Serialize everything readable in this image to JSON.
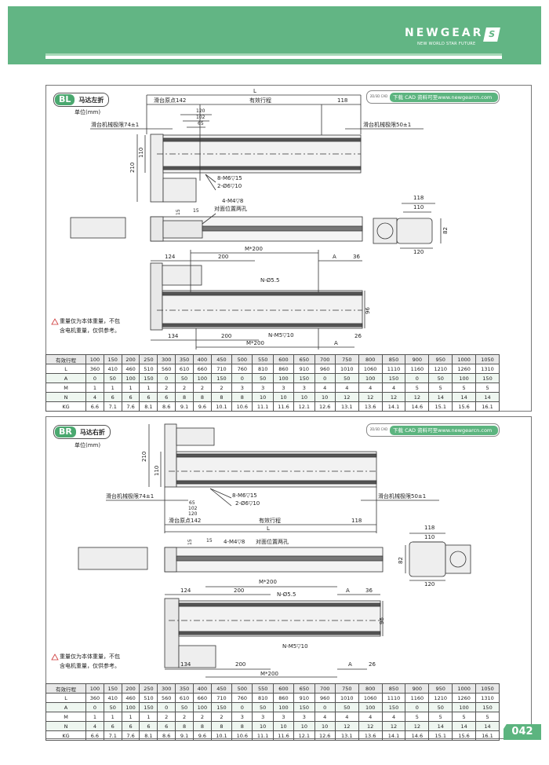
{
  "header": {
    "brand": "NEWGEAR",
    "slogan": "NEW WORLD STAR FUTURE",
    "logo_letter": "S",
    "colors": {
      "brand_green": "#62b584"
    }
  },
  "cad": {
    "icon_text": "2D/3D CAD",
    "link": "下载 CAD 资料可至www.newgearcn.com"
  },
  "unit": "单位(mm)",
  "warning": {
    "line1": "重量仅为本体重量，不包",
    "line2": "含电机重量，仅供参考。"
  },
  "bl": {
    "code": "BL",
    "title": "马达左折",
    "dims": {
      "L": "L",
      "origin": "滑台原点142",
      "stroke": "有效行程",
      "d118": "118",
      "d120": "120",
      "d102": "102",
      "d65": "65",
      "limit_left": "滑台机械极限74±1",
      "limit_right": "滑台机械极限50±1",
      "d110": "110",
      "d210": "210",
      "m6": "8-M6▽15",
      "pin": "2-Ø6▽10",
      "m4": "4-M4▽8",
      "opposite": "对面位置两孔",
      "d15a": "15",
      "d15b": "15",
      "e118": "118",
      "e110": "110",
      "e82": "82",
      "e120": "120",
      "m200": "M*200",
      "d124": "124",
      "d200": "200",
      "dA": "A",
      "d36": "36",
      "n55": "N-Ø5.5",
      "d96": "96",
      "m5": "N-M5▽10",
      "d134": "134",
      "d200b": "200",
      "m200b": "M*200",
      "dAb": "A",
      "d26": "26"
    }
  },
  "br": {
    "code": "BR",
    "title": "马达右折",
    "dims": {
      "L": "L",
      "origin": "滑台原点142",
      "stroke": "有效行程",
      "d118": "118",
      "d120": "120",
      "d102": "102",
      "d65": "65",
      "limit_left": "滑台机械极限74±1",
      "limit_right": "滑台机械极限50±1",
      "d110": "110",
      "d210": "210",
      "m6": "8-M6▽15",
      "pin": "2-Ø6▽10",
      "m4": "4-M4▽8",
      "opposite": "对面位置两孔",
      "d15a": "15",
      "d15b": "15",
      "e118": "118",
      "e110": "110",
      "e82": "82",
      "e120": "120",
      "m200": "M*200",
      "d124": "124",
      "d200": "200",
      "dA": "A",
      "d36": "36",
      "n55": "N-Ø5.5",
      "d96": "96",
      "m5": "N-M5▽10",
      "d134": "134",
      "d200b": "200",
      "m200b": "M*200",
      "dAb": "A",
      "d26": "26"
    }
  },
  "spec_table": {
    "rows": [
      {
        "label": "有效行程",
        "values": [
          "100",
          "150",
          "200",
          "250",
          "300",
          "350",
          "400",
          "450",
          "500",
          "550",
          "600",
          "650",
          "700",
          "750",
          "800",
          "850",
          "900",
          "950",
          "1000",
          "1050"
        ]
      },
      {
        "label": "L",
        "values": [
          "360",
          "410",
          "460",
          "510",
          "560",
          "610",
          "660",
          "710",
          "760",
          "810",
          "860",
          "910",
          "960",
          "1010",
          "1060",
          "1110",
          "1160",
          "1210",
          "1260",
          "1310"
        ]
      },
      {
        "label": "A",
        "values": [
          "0",
          "50",
          "100",
          "150",
          "0",
          "50",
          "100",
          "150",
          "0",
          "50",
          "100",
          "150",
          "0",
          "50",
          "100",
          "150",
          "0",
          "50",
          "100",
          "150"
        ]
      },
      {
        "label": "M",
        "values": [
          "1",
          "1",
          "1",
          "1",
          "2",
          "2",
          "2",
          "2",
          "3",
          "3",
          "3",
          "3",
          "4",
          "4",
          "4",
          "4",
          "5",
          "5",
          "5",
          "5"
        ]
      },
      {
        "label": "N",
        "values": [
          "4",
          "6",
          "6",
          "6",
          "6",
          "8",
          "8",
          "8",
          "8",
          "10",
          "10",
          "10",
          "10",
          "12",
          "12",
          "12",
          "12",
          "14",
          "14",
          "14"
        ]
      },
      {
        "label": "KG",
        "values": [
          "6.6",
          "7.1",
          "7.6",
          "8.1",
          "8.6",
          "9.1",
          "9.6",
          "10.1",
          "10.6",
          "11.1",
          "11.6",
          "12.1",
          "12.6",
          "13.1",
          "13.6",
          "14.1",
          "14.6",
          "15.1",
          "15.6",
          "16.1"
        ]
      }
    ]
  },
  "page_number": "042"
}
